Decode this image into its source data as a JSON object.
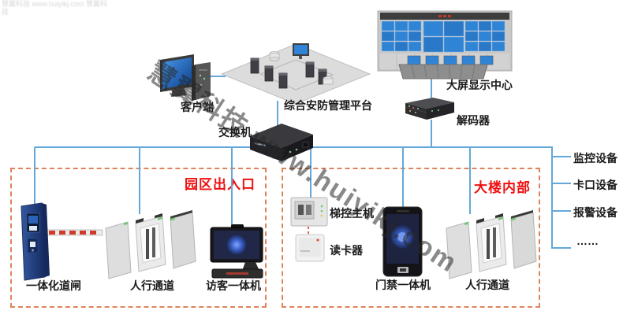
{
  "watermark": {
    "text": "慧翼科技 www.huiyikj.com",
    "corner_text": "慧翼科技 www.huiyikj.com 慧翼科技"
  },
  "colors": {
    "connection_line": "#63a8db",
    "zone_border": "#e0825d",
    "zone_title": "#ee1010",
    "label_text": "#1b1b1b",
    "screen_blue": "#2f84d6",
    "barrier_stripe_red": "#d03a2a",
    "reader_link_red": "#e06060"
  },
  "nodes": {
    "client": {
      "label": "客户端"
    },
    "platform": {
      "label": "综合安防管理平台"
    },
    "switch": {
      "label": "交换机"
    },
    "video_wall": {
      "label": "大屏显示中心"
    },
    "decoder": {
      "label": "解码器"
    }
  },
  "zones": {
    "park_gate": {
      "title": "园区出入口",
      "devices": [
        {
          "label": "一体化道闸"
        },
        {
          "label": "人行通道"
        },
        {
          "label": "访客一体机"
        }
      ]
    },
    "building": {
      "title": "大楼内部",
      "devices": [
        {
          "label": "梯控主机"
        },
        {
          "label": "读卡器"
        },
        {
          "label": "门禁一体机"
        },
        {
          "label": "人行通道"
        }
      ]
    }
  },
  "right_branches": [
    {
      "label": "监控设备"
    },
    {
      "label": "卡口设备"
    },
    {
      "label": "报警设备"
    },
    {
      "label": "……"
    }
  ]
}
